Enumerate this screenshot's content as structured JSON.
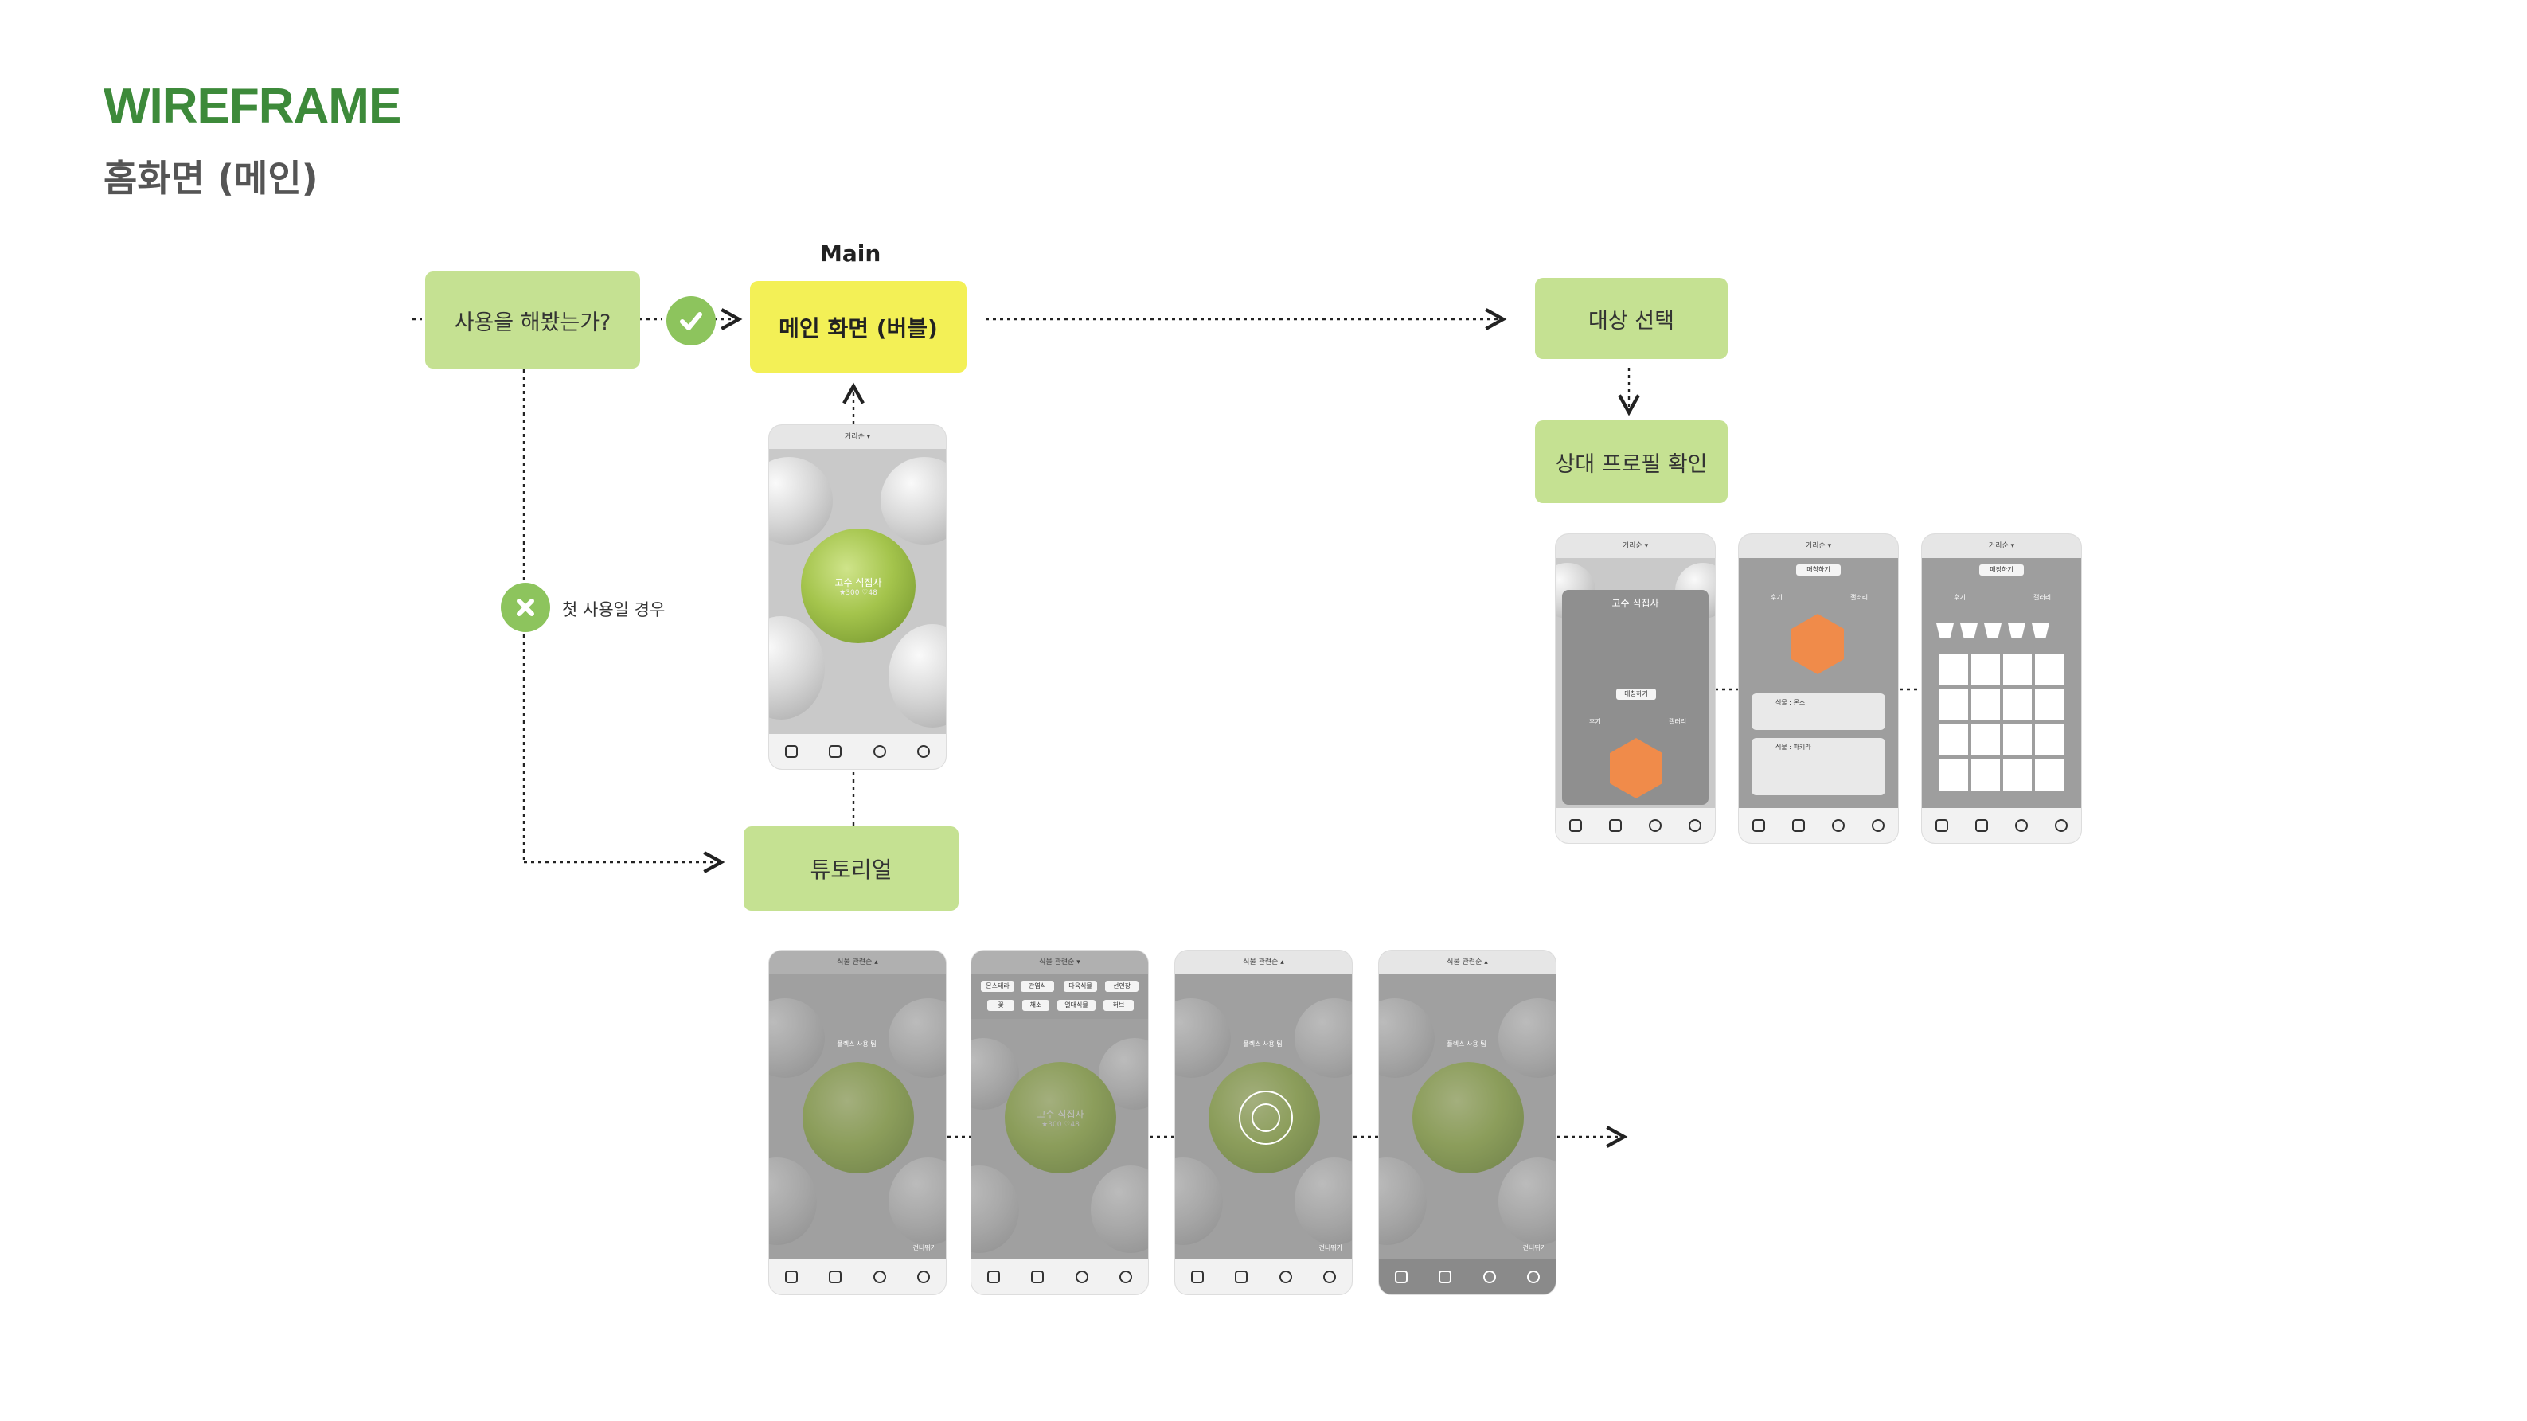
{
  "header": {
    "title": "WIREFRAME",
    "subtitle": "홈화면 (메인)"
  },
  "nodes": {
    "used_before": "사용을 해봤는가?",
    "main_label": "Main",
    "main_screen": "메인 화면 (버블)",
    "target_select": "대상 선택",
    "profile_check": "상대 프로필 확인",
    "tutorial": "튜토리얼",
    "first_use": "첫 사용일 경우"
  },
  "phones": {
    "main": {
      "top": "거리순 ▾",
      "leaf_name": "고수 식집사",
      "leaf_stats": "★300  ♡48"
    },
    "profile1": {
      "top": "거리순 ▾",
      "panel_title": "고수 식집사",
      "button": "매칭하기",
      "stat_left": "후기",
      "stat_right": "갤러리"
    },
    "profile2": {
      "top": "거리순 ▾",
      "button": "매칭하기",
      "stat_left": "후기",
      "stat_right": "갤러리",
      "card1": "식물 : 몬스",
      "card2": "식물 : 파키라"
    },
    "profile3": {
      "top": "거리순 ▾",
      "button": "매칭하기",
      "stat_left": "후기",
      "stat_right": "갤러리"
    },
    "tut1": {
      "top": "식물 관련순 ▴",
      "hint": "플렉스 사용 팁",
      "corner": "건너뛰기"
    },
    "tut2": {
      "top": "식물 관련순 ▾",
      "leaf_name": "고수 식집사",
      "leaf_stats": "★300  ♡48",
      "chips": [
        "몬스테라",
        "관엽식",
        "다육식물",
        "선인장",
        "꽃",
        "채소",
        "열대식물",
        "허브"
      ]
    },
    "tut3": {
      "top": "식물 관련순 ▴",
      "hint": "플렉스 사용 팁",
      "corner": "건너뛰기"
    },
    "tut4": {
      "top": "식물 관련순 ▴",
      "hint": "플렉스 사용 팁",
      "corner": "건너뛰기"
    }
  }
}
